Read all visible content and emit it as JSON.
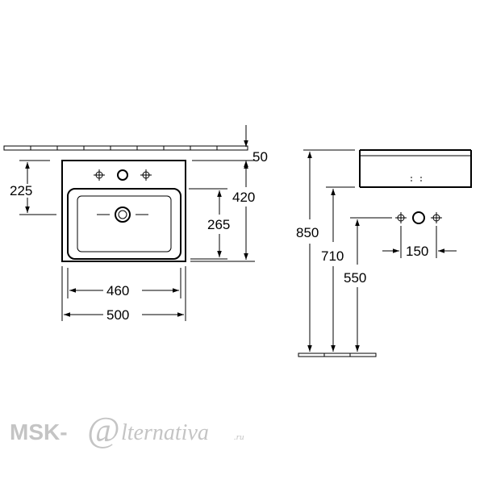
{
  "plan_view": {
    "dim_wall_offset": "50",
    "dim_tap_height": "225",
    "dim_depth": "420",
    "dim_bowl_depth": "265",
    "dim_bowl_width": "460",
    "dim_total_width": "500"
  },
  "side_view": {
    "dim_rim_height": "850",
    "dim_bottom_height": "710",
    "dim_drain_height": "550",
    "dim_tap_spacing": "150"
  },
  "watermark": {
    "brand": "MSK-",
    "at_sign": "@",
    "script": "lternativa",
    "suffix": ".ru"
  }
}
